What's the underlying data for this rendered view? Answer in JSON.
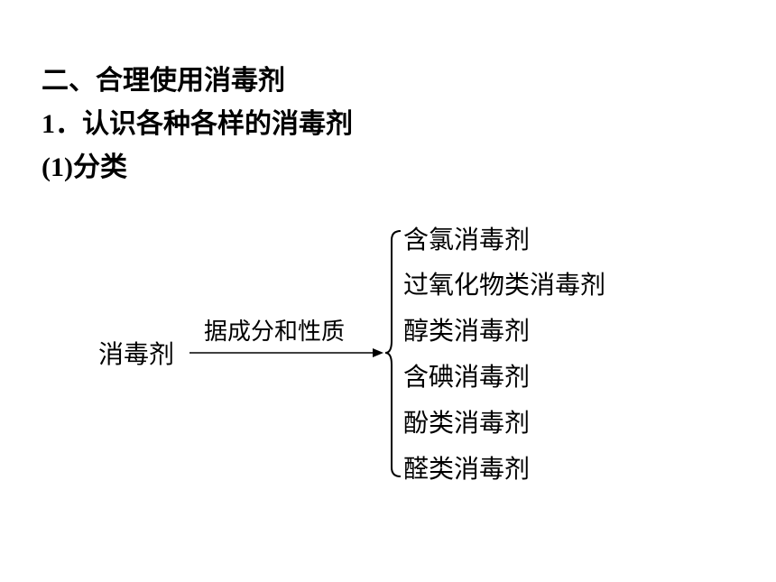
{
  "section_title": "二、合理使用消毒剂",
  "subsection": {
    "number": "1．",
    "title": "认识各种各样的消毒剂"
  },
  "sub_item": {
    "number": "(1)",
    "title": "分类"
  },
  "classification": {
    "root": "消毒剂",
    "criterion": "据成分和性质",
    "categories": [
      "含氯消毒剂",
      "过氧化物类消毒剂",
      "醇类消毒剂",
      "含碘消毒剂",
      "酚类消毒剂",
      "醛类消毒剂"
    ]
  }
}
